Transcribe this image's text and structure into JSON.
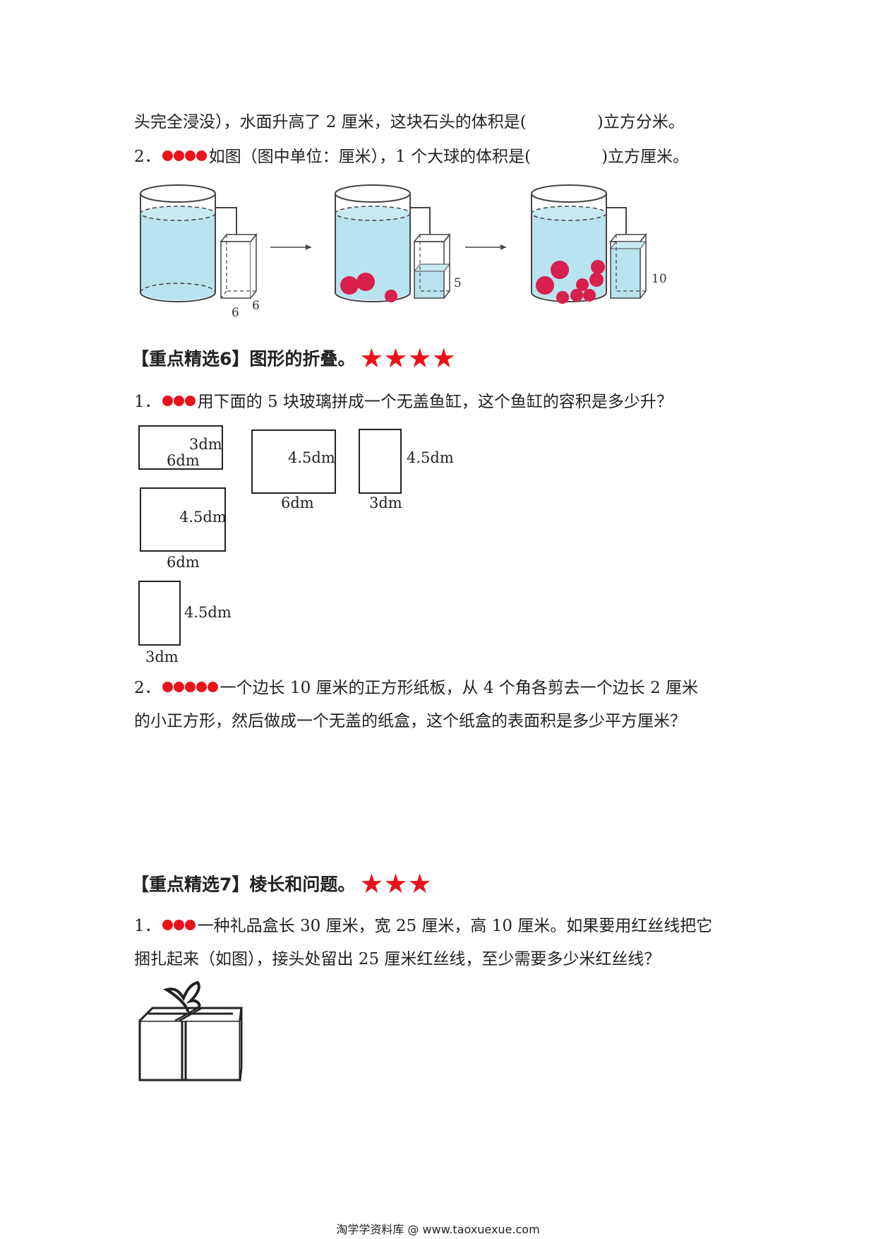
{
  "q_prev": {
    "line1_text": "头完全浸没），水面升高了 2 厘米，这块石头的体积是(",
    "line1_tail": ")立方分米。"
  },
  "q2": {
    "num": "2．",
    "text": "如图（图中单位：厘米），1 个大球的体积是(",
    "tail": ")立方厘米。",
    "dots": 4,
    "figure": {
      "labels": {
        "a": "6",
        "b": "6",
        "c": "5",
        "d": "10"
      }
    }
  },
  "section6": {
    "title": "【重点精选6】图形的折叠。",
    "stars": 4,
    "q1": {
      "num": "1．",
      "dots": 3,
      "text": "用下面的 5 块玻璃拼成一个无盖鱼缸，这个鱼缸的容积是多少升？",
      "rects": [
        {
          "w_label": "6dm",
          "h_label": "3dm"
        },
        {
          "w_label": "6dm",
          "h_label": "4.5dm"
        },
        {
          "w_label": "3dm",
          "h_label": "4.5dm"
        },
        {
          "w_label": "6dm",
          "h_label": "4.5dm"
        },
        {
          "w_label": "3dm",
          "h_label": "4.5dm"
        }
      ]
    },
    "q2": {
      "num": "2．",
      "dots": 5,
      "line1": "一个边长 10 厘米的正方形纸板，从 4 个角各剪去一个边长 2 厘米",
      "line2": "的小正方形，然后做成一个无盖的纸盒，这个纸盒的表面积是多少平方厘米？"
    }
  },
  "section7": {
    "title": "【重点精选7】棱长和问题。",
    "stars": 3,
    "q1": {
      "num": "1．",
      "dots": 3,
      "line1": "一种礼品盒长 30 厘米，宽 25 厘米，高 10 厘米。如果要用红丝线把它",
      "line2": "捆扎起来（如图），接头处留出 25 厘米红丝线，至少需要多少米红丝线？"
    }
  },
  "footer": {
    "text": "淘学学资料库 @ www.taoxuexue.com"
  },
  "colors": {
    "red": "#e8131b",
    "water": "#b9e3ef",
    "ball": "#d81f4d"
  }
}
